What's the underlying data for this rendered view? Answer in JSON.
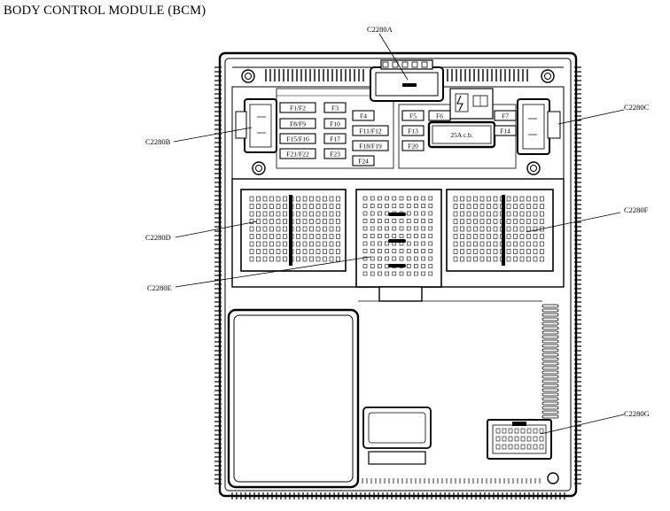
{
  "title": "BODY CONTROL MODULE (BCM)",
  "connectors": {
    "c2280a": "C2280A",
    "c2280b": "C2280B",
    "c2280c": "C2280C",
    "c2280d": "C2280D",
    "c2280e": "C2280E",
    "c2280f": "C2280F",
    "c2280g": "C2280G"
  },
  "fuses": {
    "f1f2": "F1/F2",
    "f3": "F3",
    "f4": "F4",
    "f5": "F5",
    "f6": "F6",
    "f7": "F7",
    "f8f9": "F8/F9",
    "f10": "F10",
    "f11f12": "F11/F12",
    "f13": "F13",
    "f14": "F14",
    "f15f16": "F15/F16",
    "f17": "F17",
    "f18f19": "F18/F19",
    "f20": "F20",
    "f21f22": "F21/F22",
    "f23": "F23",
    "f24": "F24",
    "cb": "25A c.b."
  }
}
